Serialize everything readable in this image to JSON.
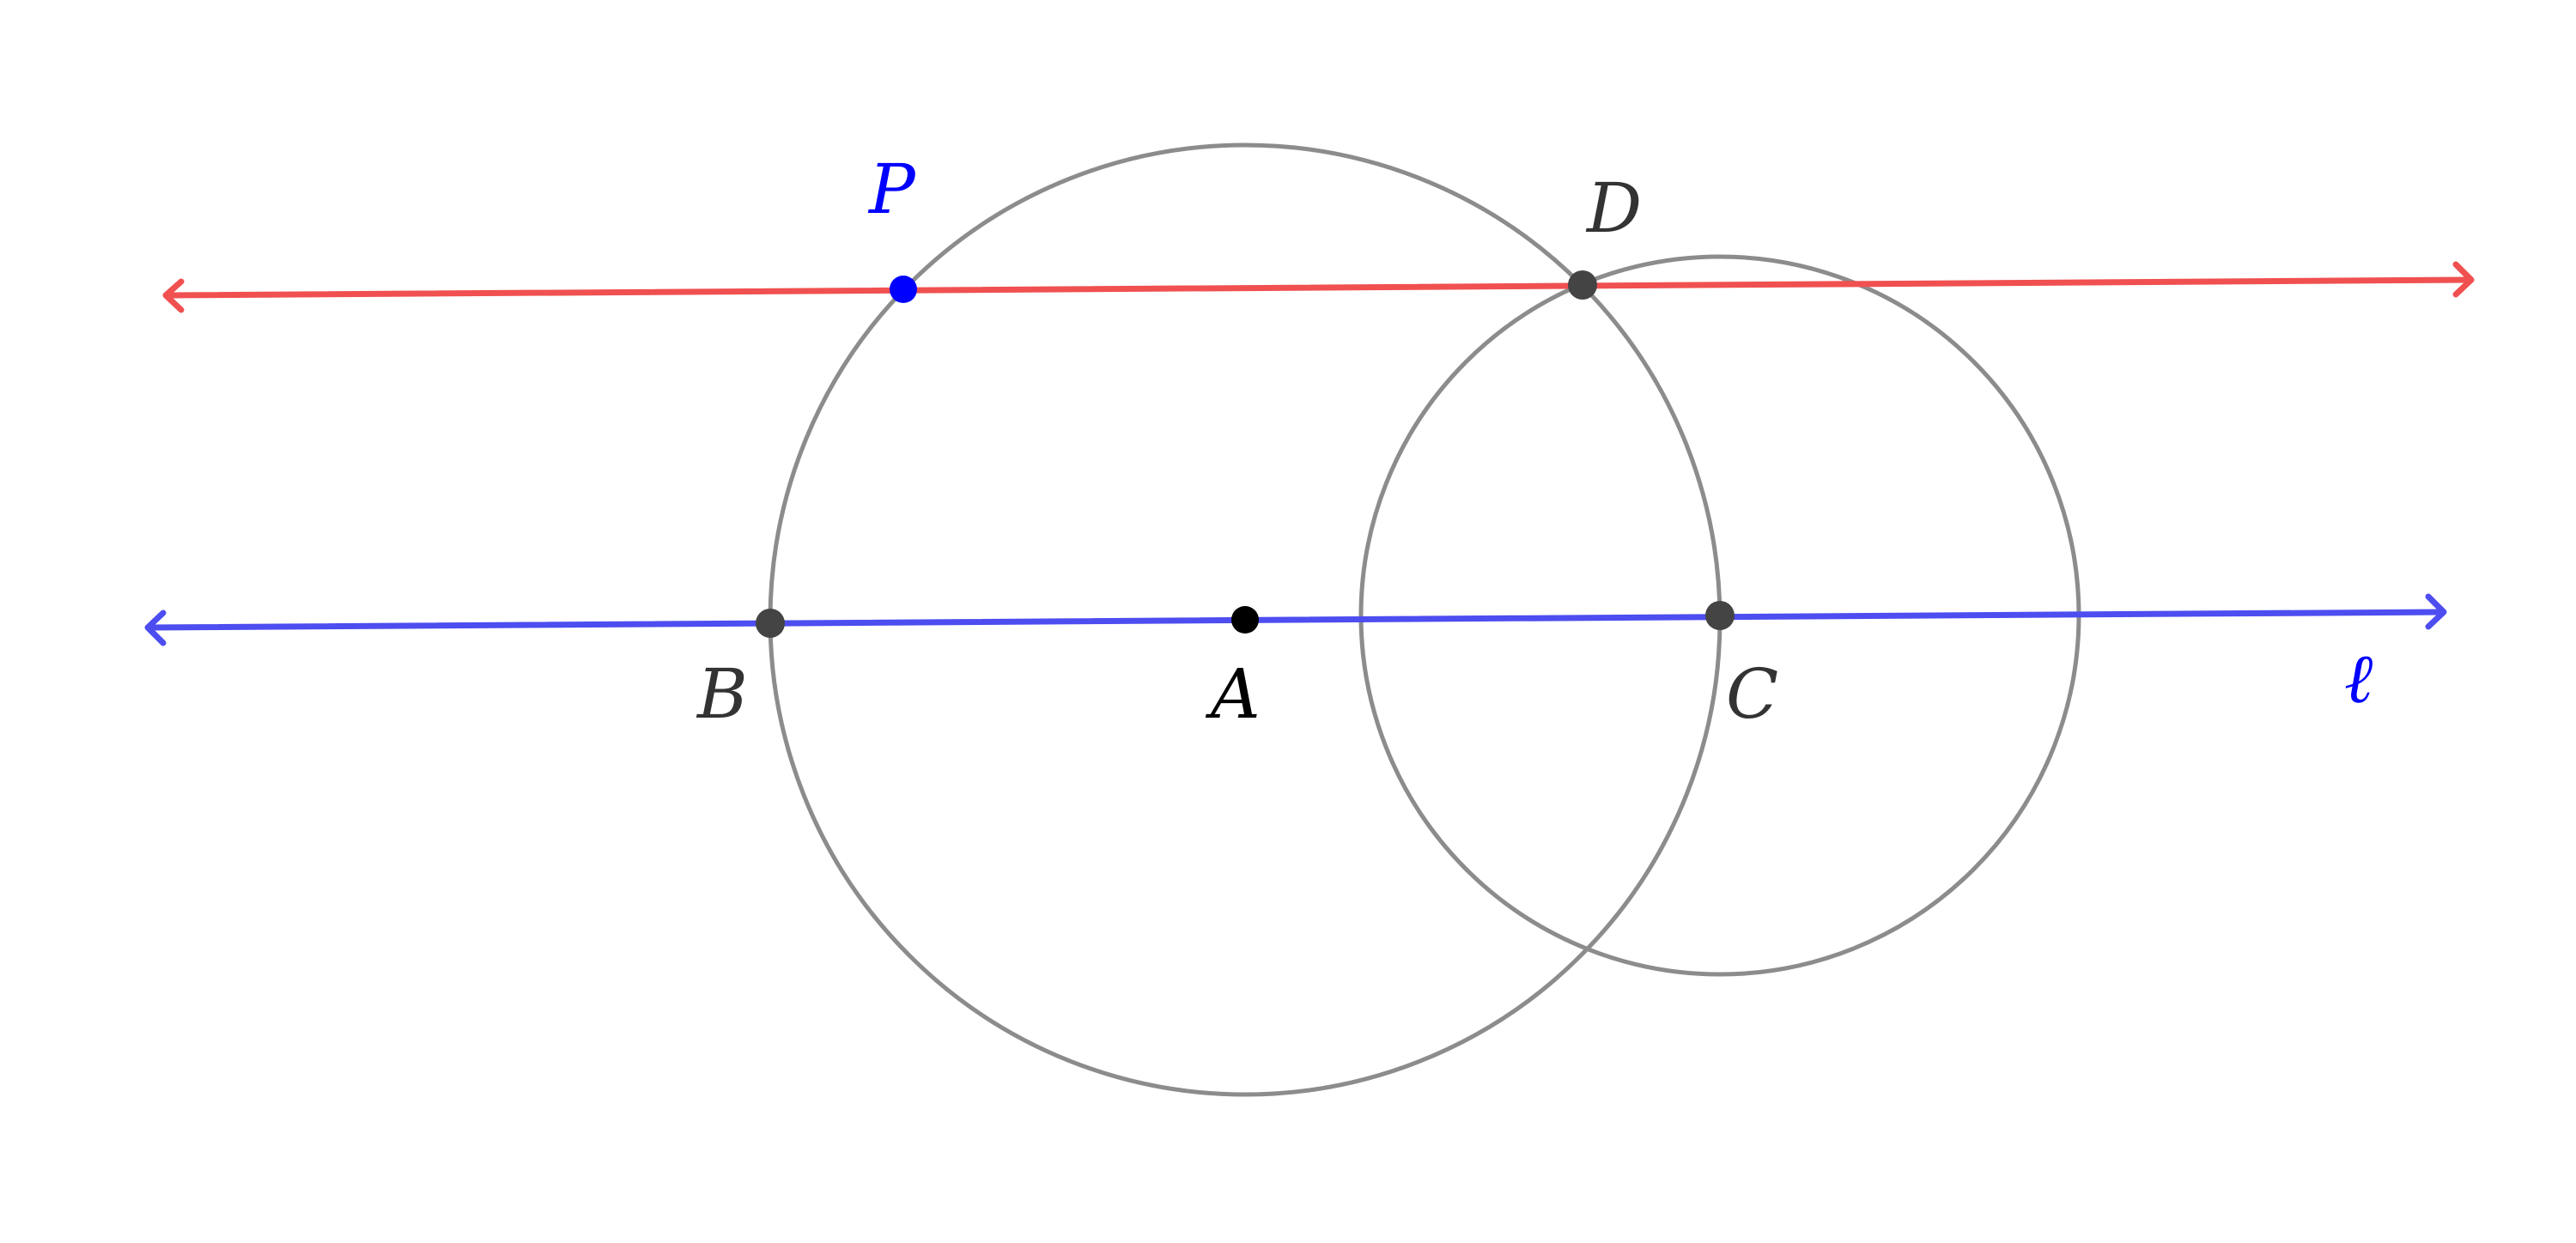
{
  "colors": {
    "background": "#ffffff",
    "circle_stroke": "#8c8c8c",
    "red_line": "#f05050",
    "blue_line": "#4d4df0",
    "point_dark": "#444444",
    "point_black": "#000000",
    "point_blue": "#0000ff",
    "label_dark": "#333333",
    "label_black": "#000000",
    "label_blue": "#0000ff"
  },
  "points": {
    "P": "P",
    "D": "D",
    "B": "B",
    "A": "A",
    "C": "C"
  },
  "lines": {
    "blue_label": "ℓ"
  },
  "icons": {
    "line_ends": "arrowhead"
  }
}
